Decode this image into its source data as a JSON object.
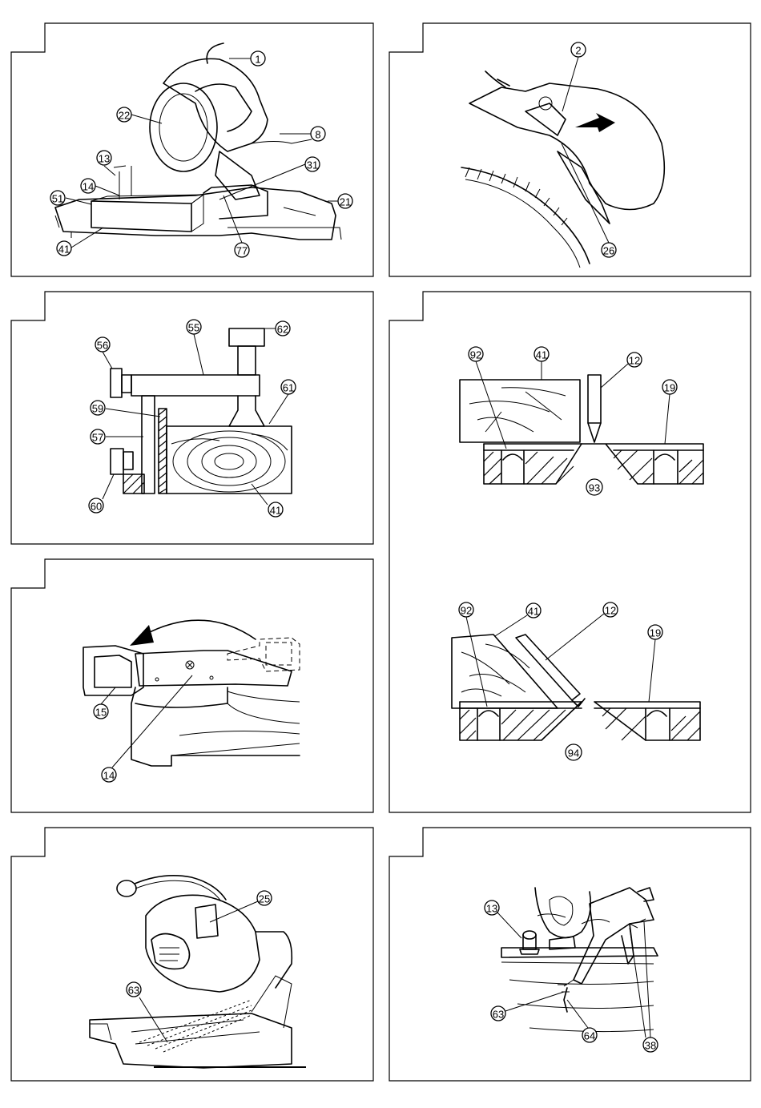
{
  "panels": [
    {
      "name": "fig-1",
      "callouts": [
        "①",
        "㉒",
        "⑧",
        "⑬",
        "㉛",
        "⑭",
        "㉑",
        "㊶",
        "㉛"
      ],
      "labels": [
        "1",
        "22",
        "8",
        "13",
        "31",
        "14",
        "51",
        "21",
        "41",
        "77"
      ]
    },
    {
      "name": "fig-2",
      "labels": [
        "2",
        "26"
      ]
    },
    {
      "name": "fig-3",
      "labels": [
        "55",
        "62",
        "56",
        "61",
        "59",
        "57",
        "60",
        "41"
      ]
    },
    {
      "name": "fig-4",
      "labels": [
        "92",
        "41",
        "12",
        "19",
        "93",
        "92",
        "41",
        "12",
        "19",
        "94"
      ]
    },
    {
      "name": "fig-5",
      "labels": [
        "15",
        "14"
      ]
    },
    {
      "name": "fig-6",
      "labels": [
        "25",
        "63"
      ]
    },
    {
      "name": "fig-7",
      "labels": [
        "13",
        "63",
        "64",
        "38"
      ]
    }
  ]
}
